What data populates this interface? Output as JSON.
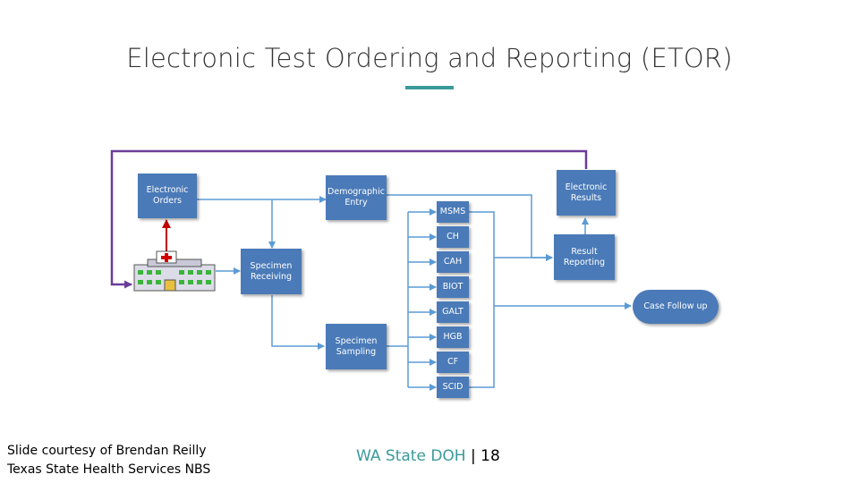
{
  "slide": {
    "title": "Electronic Test Ordering and Reporting (ETOR)",
    "accent_color": "#3a9a9a"
  },
  "diagram": {
    "box_color": "#4a7ab8",
    "flow_color": "#5b9bd5",
    "feedback_color": "#6a3d9a",
    "order_arrow_color": "#c00000",
    "nodes": {
      "electronic_orders": "Electronic\nOrders",
      "demographic_entry": "Demographic\nEntry",
      "specimen_receiving": "Specimen\nReceiving",
      "specimen_sampling": "Specimen\nSampling",
      "electronic_results": "Electronic\nResults",
      "result_reporting": "Result\nReporting",
      "case_follow_up": "Case Follow up"
    },
    "tests": [
      "MSMS",
      "CH",
      "CAH",
      "BIOT",
      "GALT",
      "HGB",
      "CF",
      "SCID"
    ],
    "hospital_icon": "hospital-icon"
  },
  "footer": {
    "credit_line1": "Slide courtesy of Brendan Reilly",
    "credit_line2": "Texas State Health Services NBS",
    "org": "WA State DOH",
    "separator": " | ",
    "page_number": "18"
  }
}
